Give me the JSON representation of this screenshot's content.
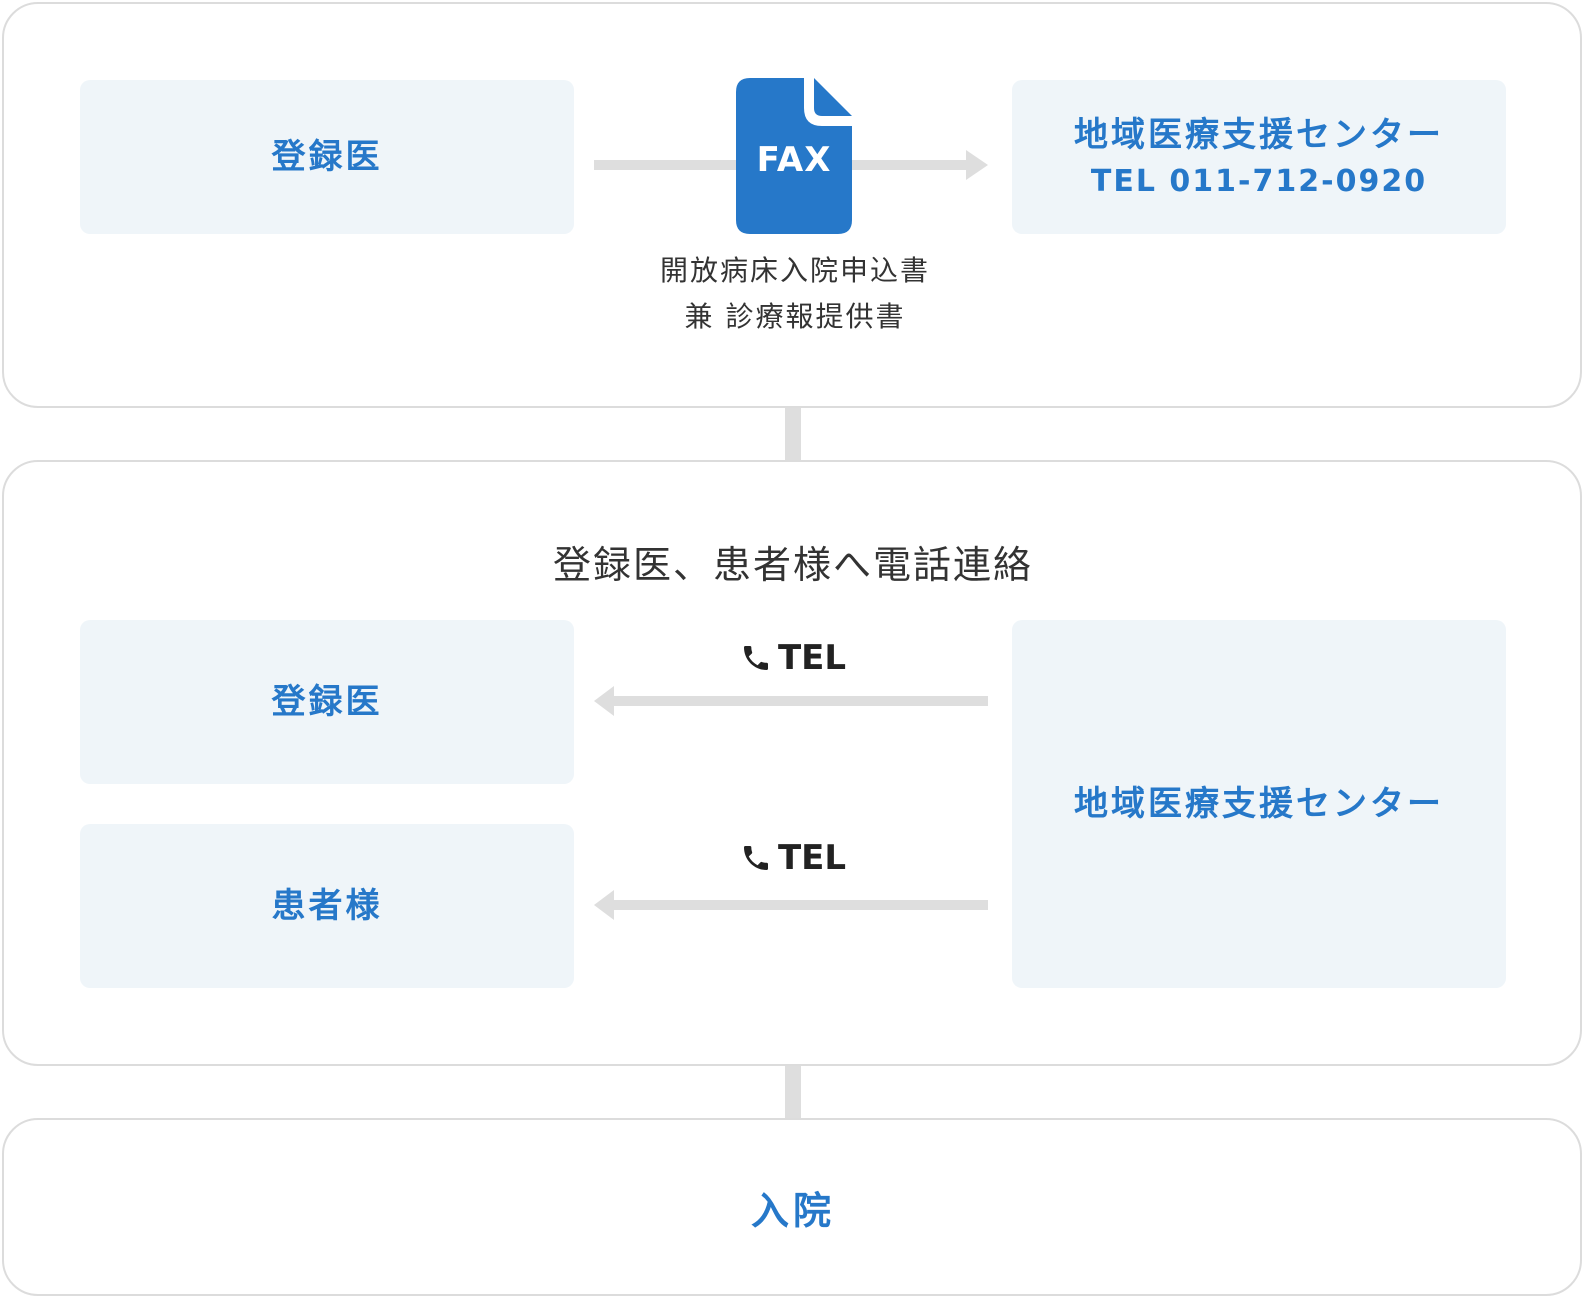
{
  "registration": {
    "doctor_label": "登録医",
    "center_label": "地域医療支援センター",
    "center_tel": "TEL 011-712-0920",
    "fax_label": "FAX",
    "fax_doc_line1": "開放病床入院申込書",
    "fax_doc_line2": "兼 診療報提供書",
    "icon": "fax-document-icon",
    "accent_color": "#2678c9"
  },
  "contact": {
    "heading": "登録医、患者様へ電話連絡",
    "doctor_label": "登録医",
    "patient_label": "患者様",
    "center_label": "地域医療支援センター",
    "tel_label_1": "TEL",
    "tel_label_2": "TEL",
    "icon": "phone-icon"
  },
  "admission": {
    "label": "入院"
  }
}
